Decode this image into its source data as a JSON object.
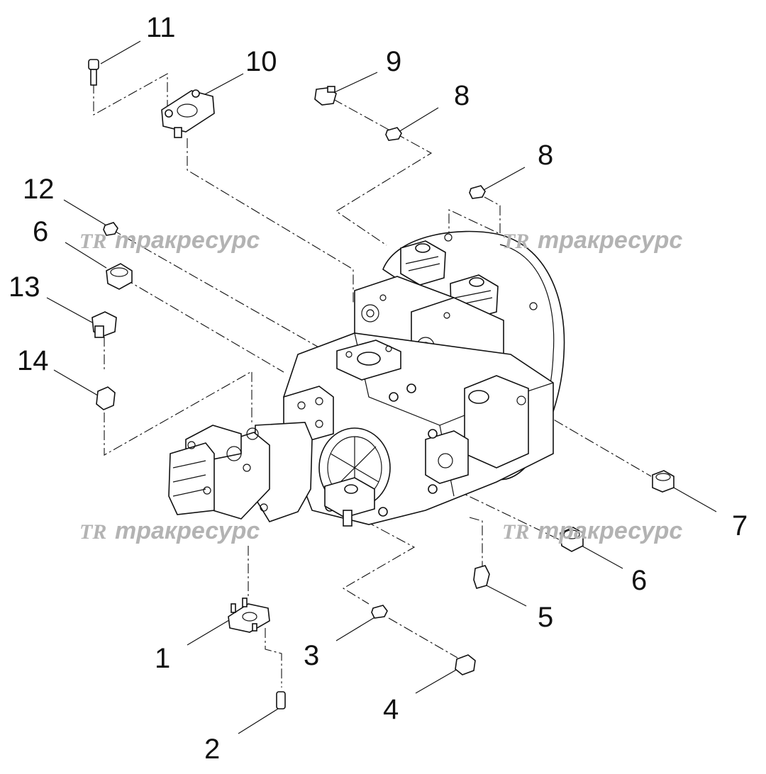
{
  "callouts": {
    "c1": "1",
    "c2": "2",
    "c3": "3",
    "c4": "4",
    "c5": "5",
    "c6a": "6",
    "c6b": "6",
    "c7": "7",
    "c8a": "8",
    "c8b": "8",
    "c9": "9",
    "c10": "10",
    "c11": "11",
    "c12": "12",
    "c13": "13",
    "c14": "14"
  },
  "watermark": {
    "logo": "TR",
    "text": "тракресурс",
    "color": "#b3b3b3"
  }
}
